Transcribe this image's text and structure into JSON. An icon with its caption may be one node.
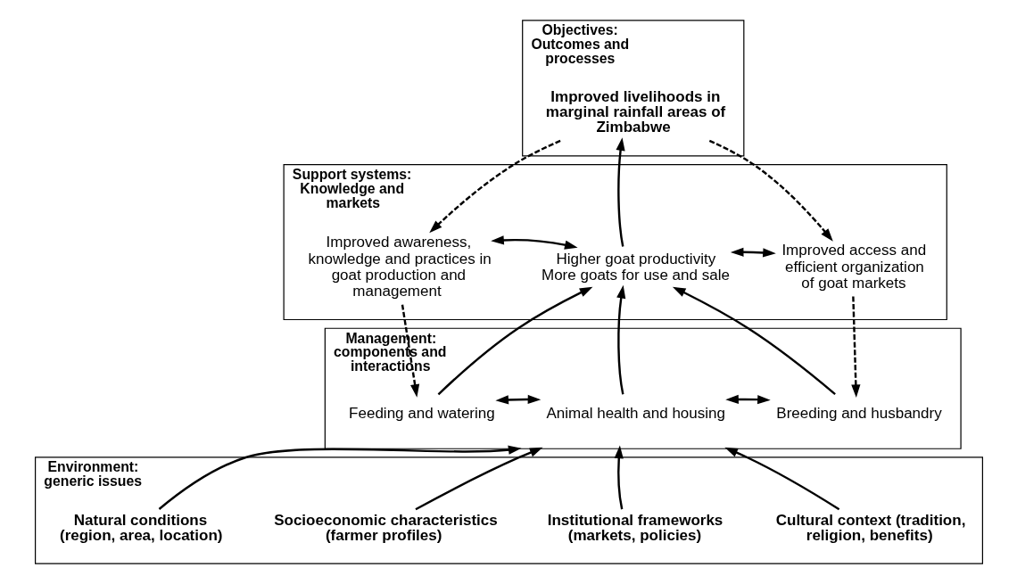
{
  "diagram": {
    "nodes": [
      {
        "text": [
          "Objectives: Outcomes and processes"
        ]
      },
      {
        "text": [
          "Support systems: Knowledge and markets"
        ]
      },
      {
        "text": [
          "Management: components and interactions"
        ]
      },
      {
        "text": [
          "Environment: generic issues"
        ]
      },
      {
        "text": [
          "Improved livelihoods in marginal rainfall areas of Zimbabwe"
        ],
        "in": 0
      },
      {
        "text": [
          "Improved awareness, knowledge and practices in goat production and management"
        ],
        "in": 1
      },
      {
        "text": [
          "Higher goat productivity",
          "More goats for use and sale"
        ],
        "in": 1
      },
      {
        "text": [
          "Improved access and efficient organization of goat markets"
        ],
        "in": 1
      },
      {
        "text": [
          "Feeding and watering"
        ],
        "in": 2
      },
      {
        "text": [
          "Animal health and housing"
        ],
        "in": 2
      },
      {
        "text": [
          "Breeding and husbandry"
        ],
        "in": 2
      },
      {
        "text": [
          "Natural conditions (region, area, location)"
        ],
        "in": 3
      },
      {
        "text": [
          "Socioeconomic characteristics (farmer profiles)"
        ],
        "in": 3
      },
      {
        "text": [
          "Institutional frameworks (markets, policies)"
        ],
        "in": 3
      },
      {
        "text": [
          "Cultural context (tradition, religion, benefits)"
        ],
        "in": 3
      }
    ],
    "edges": [
      {
        "from": 6,
        "to": 4,
        "arrow": "to"
      },
      {
        "from": 5,
        "to": 6,
        "arrow": "both"
      },
      {
        "from": 6,
        "to": 7,
        "arrow": "both"
      },
      {
        "from": 8,
        "to": 6,
        "arrow": "to"
      },
      {
        "from": 9,
        "to": 6,
        "arrow": "to"
      },
      {
        "from": 10,
        "to": 6,
        "arrow": "to"
      },
      {
        "from": 8,
        "to": 9,
        "arrow": "both"
      },
      {
        "from": 9,
        "to": 10,
        "arrow": "both"
      },
      {
        "from": 11,
        "to": 2,
        "arrow": "to"
      },
      {
        "from": 12,
        "to": 2,
        "arrow": "to"
      },
      {
        "from": 13,
        "to": 2,
        "arrow": "to"
      },
      {
        "from": 14,
        "to": 2,
        "arrow": "to"
      },
      {
        "from": 4,
        "to": 5,
        "arrow": "to",
        "style": "dashed"
      },
      {
        "from": 5,
        "to": 8,
        "arrow": "to",
        "style": "dashed"
      },
      {
        "from": 4,
        "to": 7,
        "arrow": "to",
        "style": "dashed"
      },
      {
        "from": 7,
        "to": 10,
        "arrow": "to",
        "style": "dashed"
      }
    ]
  }
}
